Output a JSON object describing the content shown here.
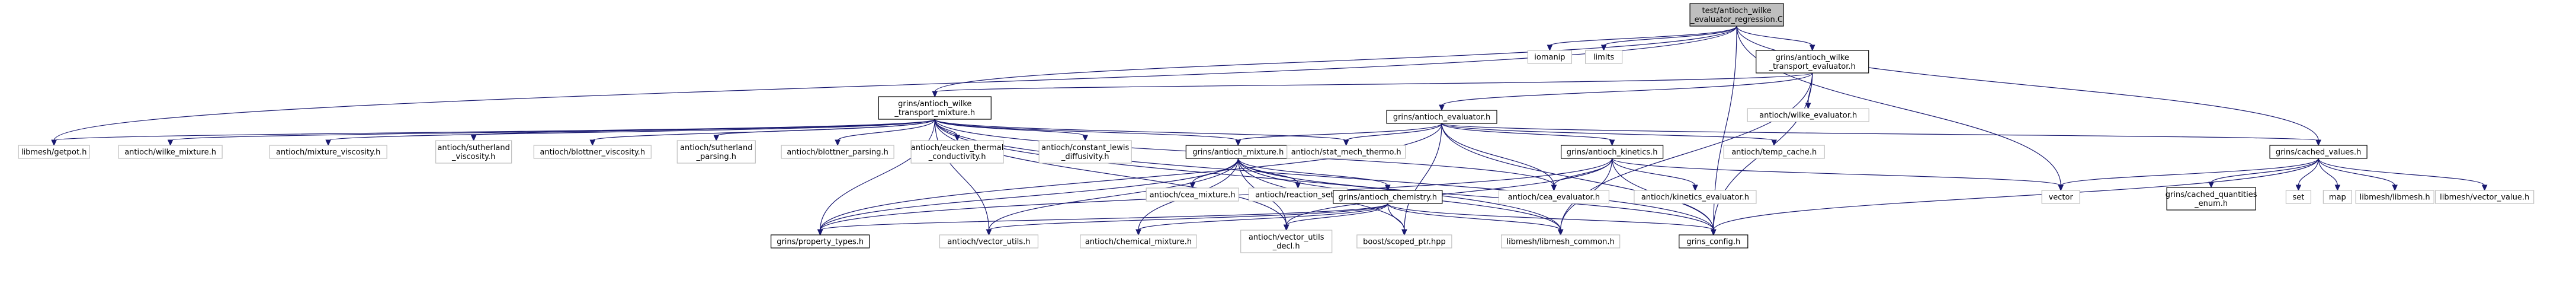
{
  "nodes": [
    {
      "id": "root",
      "lines": [
        "test/antioch_wilke",
        "_evaluator_regression.C"
      ],
      "style": "root"
    },
    {
      "id": "iomanip",
      "lines": [
        "iomanip"
      ],
      "style": "grey"
    },
    {
      "id": "limits",
      "lines": [
        "limits"
      ],
      "style": "grey"
    },
    {
      "id": "wilke_transport_evaluator",
      "lines": [
        "grins/antioch_wilke",
        "_transport_evaluator.h"
      ],
      "style": "normal"
    },
    {
      "id": "wilke_transport_mixture",
      "lines": [
        "grins/antioch_wilke",
        "_transport_mixture.h"
      ],
      "style": "normal"
    },
    {
      "id": "antioch_wilke_evaluator",
      "lines": [
        "antioch/wilke_evaluator.h"
      ],
      "style": "grey"
    },
    {
      "id": "getpot",
      "lines": [
        "libmesh/getpot.h"
      ],
      "style": "grey"
    },
    {
      "id": "wilke_mixture",
      "lines": [
        "antioch/wilke_mixture.h"
      ],
      "style": "grey"
    },
    {
      "id": "mixture_viscosity",
      "lines": [
        "antioch/mixture_viscosity.h"
      ],
      "style": "grey"
    },
    {
      "id": "sutherland_viscosity",
      "lines": [
        "antioch/sutherland",
        "_viscosity.h"
      ],
      "style": "grey"
    },
    {
      "id": "blottner_viscosity",
      "lines": [
        "antioch/blottner_viscosity.h"
      ],
      "style": "grey"
    },
    {
      "id": "sutherland_parsing",
      "lines": [
        "antioch/sutherland",
        "_parsing.h"
      ],
      "style": "grey"
    },
    {
      "id": "blottner_parsing",
      "lines": [
        "antioch/blottner_parsing.h"
      ],
      "style": "grey"
    },
    {
      "id": "eucken",
      "lines": [
        "antioch/eucken_thermal",
        "_conductivity.h"
      ],
      "style": "grey"
    },
    {
      "id": "constant_lewis",
      "lines": [
        "antioch/constant_lewis",
        "_diffusivity.h"
      ],
      "style": "grey"
    },
    {
      "id": "grins_antioch_evaluator",
      "lines": [
        "grins/antioch_evaluator.h"
      ],
      "style": "normal"
    },
    {
      "id": "grins_antioch_mixture",
      "lines": [
        "grins/antioch_mixture.h"
      ],
      "style": "normal"
    },
    {
      "id": "stat_mech_thermo",
      "lines": [
        "antioch/stat_mech_thermo.h"
      ],
      "style": "grey"
    },
    {
      "id": "grins_antioch_kinetics",
      "lines": [
        "grins/antioch_kinetics.h"
      ],
      "style": "normal"
    },
    {
      "id": "temp_cache",
      "lines": [
        "antioch/temp_cache.h"
      ],
      "style": "grey"
    },
    {
      "id": "cached_values",
      "lines": [
        "grins/cached_values.h"
      ],
      "style": "normal"
    },
    {
      "id": "cea_mixture",
      "lines": [
        "antioch/cea_mixture.h"
      ],
      "style": "grey"
    },
    {
      "id": "reaction_set",
      "lines": [
        "antioch/reaction_set.h"
      ],
      "style": "grey"
    },
    {
      "id": "grins_antioch_chemistry",
      "lines": [
        "grins/antioch_chemistry.h"
      ],
      "style": "normal"
    },
    {
      "id": "cea_evaluator",
      "lines": [
        "antioch/cea_evaluator.h"
      ],
      "style": "grey"
    },
    {
      "id": "kinetics_evaluator",
      "lines": [
        "antioch/kinetics_evaluator.h"
      ],
      "style": "grey"
    },
    {
      "id": "vector",
      "lines": [
        "vector"
      ],
      "style": "grey"
    },
    {
      "id": "cached_quantities_enum",
      "lines": [
        "grins/cached_quantities",
        "_enum.h"
      ],
      "style": "normal"
    },
    {
      "id": "set",
      "lines": [
        "set"
      ],
      "style": "grey"
    },
    {
      "id": "map",
      "lines": [
        "map"
      ],
      "style": "grey"
    },
    {
      "id": "libmesh_h",
      "lines": [
        "libmesh/libmesh.h"
      ],
      "style": "grey"
    },
    {
      "id": "vector_value",
      "lines": [
        "libmesh/vector_value.h"
      ],
      "style": "grey"
    },
    {
      "id": "property_types",
      "lines": [
        "grins/property_types.h"
      ],
      "style": "normal"
    },
    {
      "id": "vector_utils",
      "lines": [
        "antioch/vector_utils.h"
      ],
      "style": "grey"
    },
    {
      "id": "chemical_mixture",
      "lines": [
        "antioch/chemical_mixture.h"
      ],
      "style": "grey"
    },
    {
      "id": "vector_utils_decl",
      "lines": [
        "antioch/vector_utils",
        "_decl.h"
      ],
      "style": "grey"
    },
    {
      "id": "scoped_ptr",
      "lines": [
        "boost/scoped_ptr.hpp"
      ],
      "style": "grey"
    },
    {
      "id": "libmesh_common",
      "lines": [
        "libmesh/libmesh_common.h"
      ],
      "style": "grey"
    },
    {
      "id": "grins_config",
      "lines": [
        "grins_config.h"
      ],
      "style": "normal"
    }
  ],
  "edges": [
    [
      "root",
      "iomanip"
    ],
    [
      "root",
      "limits"
    ],
    [
      "root",
      "wilke_transport_evaluator"
    ],
    [
      "root",
      "wilke_transport_mixture"
    ],
    [
      "root",
      "getpot"
    ],
    [
      "root",
      "vector"
    ],
    [
      "root",
      "cached_values"
    ],
    [
      "root",
      "grins_config"
    ],
    [
      "wilke_transport_evaluator",
      "antioch_wilke_evaluator"
    ],
    [
      "wilke_transport_evaluator",
      "wilke_transport_mixture"
    ],
    [
      "wilke_transport_evaluator",
      "grins_antioch_evaluator"
    ],
    [
      "wilke_transport_evaluator",
      "libmesh_common"
    ],
    [
      "wilke_transport_evaluator",
      "grins_config"
    ],
    [
      "wilke_transport_mixture",
      "getpot"
    ],
    [
      "wilke_transport_mixture",
      "wilke_mixture"
    ],
    [
      "wilke_transport_mixture",
      "mixture_viscosity"
    ],
    [
      "wilke_transport_mixture",
      "sutherland_viscosity"
    ],
    [
      "wilke_transport_mixture",
      "blottner_viscosity"
    ],
    [
      "wilke_transport_mixture",
      "sutherland_parsing"
    ],
    [
      "wilke_transport_mixture",
      "blottner_parsing"
    ],
    [
      "wilke_transport_mixture",
      "eucken"
    ],
    [
      "wilke_transport_mixture",
      "constant_lewis"
    ],
    [
      "wilke_transport_mixture",
      "grins_antioch_mixture"
    ],
    [
      "wilke_transport_mixture",
      "stat_mech_thermo"
    ],
    [
      "wilke_transport_mixture",
      "cea_evaluator"
    ],
    [
      "wilke_transport_mixture",
      "property_types"
    ],
    [
      "wilke_transport_mixture",
      "vector_utils"
    ],
    [
      "wilke_transport_mixture",
      "vector_utils_decl"
    ],
    [
      "wilke_transport_mixture",
      "libmesh_common"
    ],
    [
      "wilke_transport_mixture",
      "grins_config"
    ],
    [
      "grins_antioch_evaluator",
      "grins_antioch_mixture"
    ],
    [
      "grins_antioch_evaluator",
      "stat_mech_thermo"
    ],
    [
      "grins_antioch_evaluator",
      "grins_antioch_kinetics"
    ],
    [
      "grins_antioch_evaluator",
      "temp_cache"
    ],
    [
      "grins_antioch_evaluator",
      "cached_values"
    ],
    [
      "grins_antioch_evaluator",
      "cea_evaluator"
    ],
    [
      "grins_antioch_evaluator",
      "property_types"
    ],
    [
      "grins_antioch_evaluator",
      "scoped_ptr"
    ],
    [
      "grins_antioch_evaluator",
      "grins_config"
    ],
    [
      "grins_antioch_mixture",
      "cea_mixture"
    ],
    [
      "grins_antioch_mixture",
      "reaction_set"
    ],
    [
      "grins_antioch_mixture",
      "grins_antioch_chemistry"
    ],
    [
      "grins_antioch_mixture",
      "property_types"
    ],
    [
      "grins_antioch_mixture",
      "vector_utils"
    ],
    [
      "grins_antioch_mixture",
      "chemical_mixture"
    ],
    [
      "grins_antioch_mixture",
      "vector_utils_decl"
    ],
    [
      "grins_antioch_mixture",
      "scoped_ptr"
    ],
    [
      "grins_antioch_mixture",
      "libmesh_common"
    ],
    [
      "grins_antioch_mixture",
      "grins_config"
    ],
    [
      "grins_antioch_kinetics",
      "cea_evaluator"
    ],
    [
      "grins_antioch_kinetics",
      "kinetics_evaluator"
    ],
    [
      "grins_antioch_kinetics",
      "vector"
    ],
    [
      "grins_antioch_kinetics",
      "property_types"
    ],
    [
      "grins_antioch_kinetics",
      "vector_utils_decl"
    ],
    [
      "grins_antioch_kinetics",
      "libmesh_common"
    ],
    [
      "grins_antioch_kinetics",
      "grins_config"
    ],
    [
      "cached_values",
      "vector"
    ],
    [
      "cached_values",
      "cached_quantities_enum"
    ],
    [
      "cached_values",
      "set"
    ],
    [
      "cached_values",
      "map"
    ],
    [
      "cached_values",
      "libmesh_h"
    ],
    [
      "cached_values",
      "vector_value"
    ],
    [
      "cached_values",
      "grins_config"
    ],
    [
      "grins_antioch_chemistry",
      "property_types"
    ],
    [
      "grins_antioch_chemistry",
      "vector_utils"
    ],
    [
      "grins_antioch_chemistry",
      "chemical_mixture"
    ],
    [
      "grins_antioch_chemistry",
      "vector_utils_decl"
    ],
    [
      "grins_antioch_chemistry",
      "scoped_ptr"
    ],
    [
      "grins_antioch_chemistry",
      "libmesh_common"
    ],
    [
      "grins_antioch_chemistry",
      "grins_config"
    ]
  ]
}
